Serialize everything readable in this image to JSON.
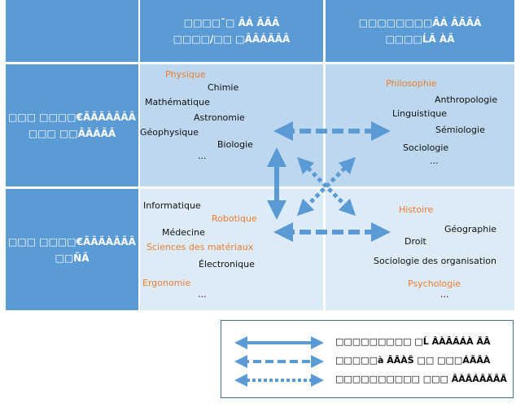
{
  "header": {
    "col1": [
      "□□□□˜□ ÂÁ ÃÃÂ",
      "□□□□/□□ □ÂÂÁÃÂÂ"
    ],
    "col2": [
      "□□□□□□□□ÂÁ ÂÃÂÁ",
      "□□□□ĹÂ ÀÃ"
    ]
  },
  "rows": {
    "row1": [
      "□□□ □□□□€ÃÃÃÀÂÂÂ",
      "□□□ □□ÂÃÁÃÂ"
    ],
    "row2": [
      "□□□ □□□□€ÃÃÃÀÂÂÂ",
      "□□ÑÃ"
    ]
  },
  "cells": {
    "top_left": [
      {
        "t": "Physique",
        "o": true
      },
      {
        "t": "Chimie"
      },
      {
        "t": "Mathématique"
      },
      {
        "t": "Astronomie"
      },
      {
        "t": "Géophysique"
      },
      {
        "t": "Biologie"
      },
      {
        "t": "..."
      }
    ],
    "top_right": [
      {
        "t": "Philosophie",
        "o": true
      },
      {
        "t": "Anthropologie"
      },
      {
        "t": "Linguistique"
      },
      {
        "t": "Sémiologie"
      },
      {
        "t": "Sociologie"
      },
      {
        "t": "..."
      }
    ],
    "bottom_left": [
      {
        "t": "Informatique"
      },
      {
        "t": "Robotique",
        "o": true
      },
      {
        "t": "Médecine"
      },
      {
        "t": "Sciences des matériaux",
        "o": true
      },
      {
        "t": "Électronique"
      },
      {
        "t": "Ergonomie",
        "o": true
      },
      {
        "t": "..."
      }
    ],
    "bottom_right": [
      {
        "t": "Histoire",
        "o": true
      },
      {
        "t": "Géographie"
      },
      {
        "t": "Droit"
      },
      {
        "t": "Sociologie des organisation"
      },
      {
        "t": "Psychologie",
        "o": true
      },
      {
        "t": "..."
      }
    ]
  },
  "legend": [
    "□□□□□□□□□ □Ĺ ÂÀÂÁÁÀ ÃÂ",
    "□□□□□à ÂÂÀŠ □□ □□□ÁÃÂÀ",
    "□□□□□□□□□□ □□□ ÂÀÂÁÂÃÂÂ"
  ],
  "colors": {
    "header": "#5b9bd5",
    "row1": "#bdd7ee",
    "row2": "#ddebf7",
    "accent": "#ed7d31",
    "arrow": "#5b9bd5"
  }
}
